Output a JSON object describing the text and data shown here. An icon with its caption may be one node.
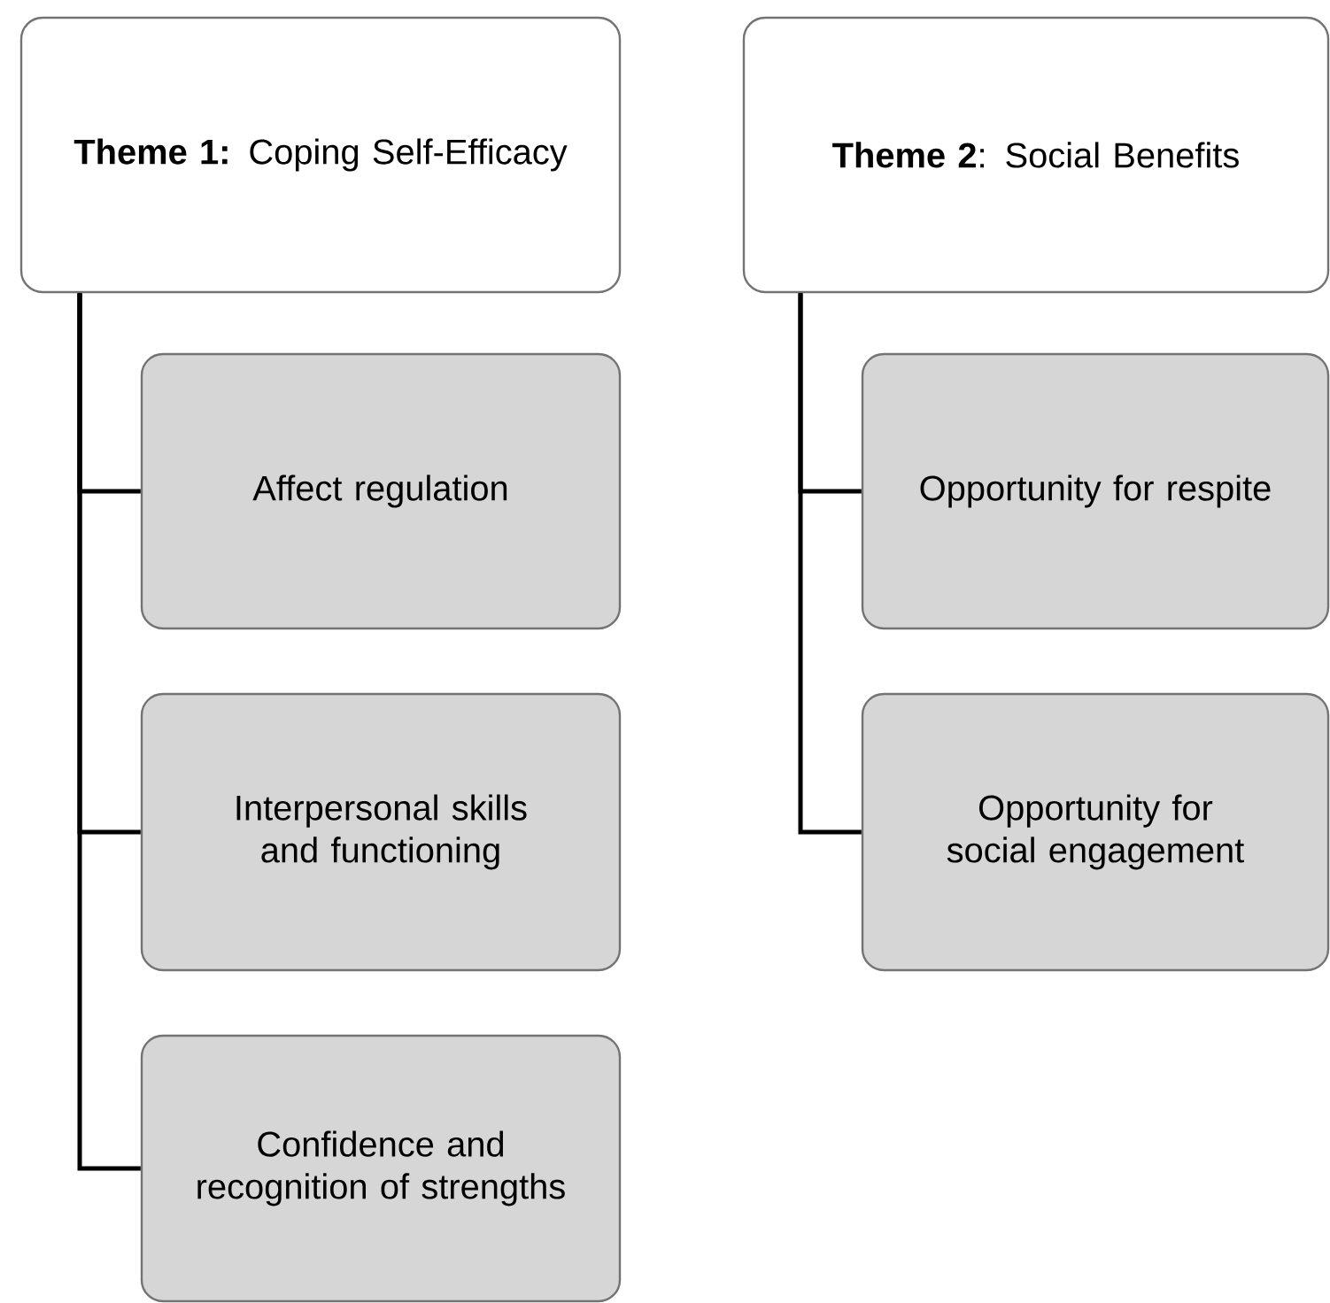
{
  "diagram": {
    "nodes": [
      {
        "text": [
          "**Theme 1:** Coping Self-Efficacy"
        ]
      },
      {
        "text": [
          "**Theme 2**: Social Benefits"
        ]
      },
      {
        "text": [
          "Affect regulation"
        ]
      },
      {
        "text": [
          "Interpersonal skills and functioning"
        ]
      },
      {
        "text": [
          "Confidence and recognition of strengths"
        ]
      },
      {
        "text": [
          "Opportunity for respite"
        ]
      },
      {
        "text": [
          "Opportunity for social engagement"
        ]
      }
    ],
    "edges": [
      {
        "from": 0,
        "to": 2,
        "arrow": "none"
      },
      {
        "from": 0,
        "to": 3,
        "arrow": "none"
      },
      {
        "from": 0,
        "to": 4,
        "arrow": "none"
      },
      {
        "from": 1,
        "to": 5,
        "arrow": "none"
      },
      {
        "from": 1,
        "to": 6,
        "arrow": "none"
      }
    ]
  }
}
